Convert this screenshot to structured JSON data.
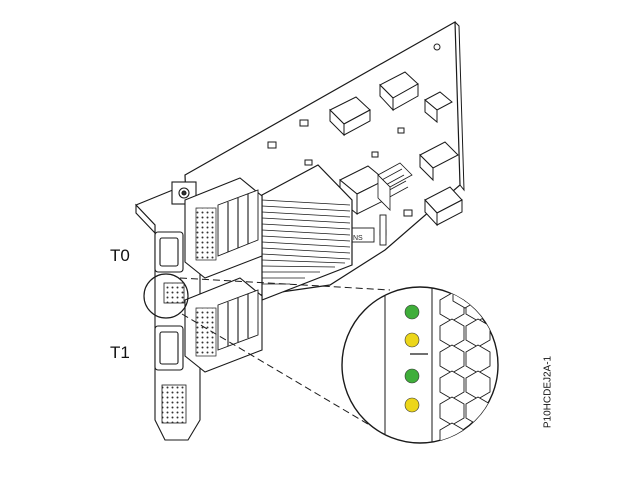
{
  "labels": {
    "t0": "T0",
    "t1": "T1",
    "figure_id": "P10HCDEJ2A-1",
    "heatsink_mark": "NS"
  },
  "leds": [
    {
      "color_name": "green",
      "hex": "#3fae3a"
    },
    {
      "color_name": "yellow",
      "hex": "#ecd61a"
    },
    {
      "color_name": "green",
      "hex": "#3fae3a"
    },
    {
      "color_name": "yellow",
      "hex": "#ecd61a"
    }
  ],
  "colors": {
    "line": "#1a1a1a",
    "board": "#ffffff",
    "shade": "#9a9a9a"
  }
}
